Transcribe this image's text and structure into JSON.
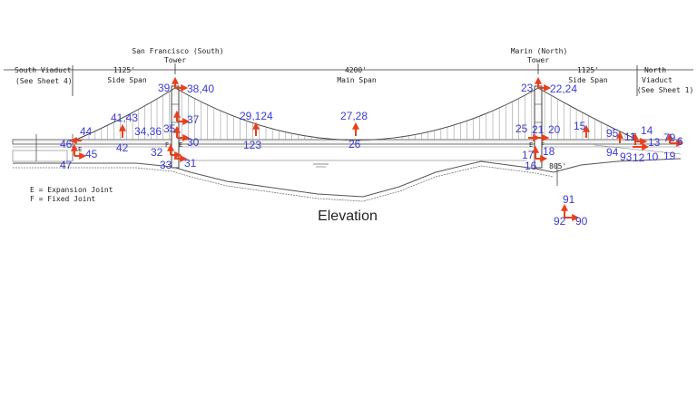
{
  "title": "Elevation",
  "towers": {
    "south": {
      "name": "San Francisco (South)",
      "sub": "Tower"
    },
    "north": {
      "name": "Marin (North)",
      "sub": "Tower"
    }
  },
  "spans": {
    "south_viaduct": {
      "name": "South Viaduct",
      "ref": "(See Sheet 4)"
    },
    "side_span_left": {
      "length": "1125'",
      "name": "Side Span"
    },
    "main_span": {
      "length": "4200'",
      "name": "Main Span"
    },
    "side_span_right": {
      "length": "1125'",
      "name": "Side Span"
    },
    "north_viaduct": {
      "line1": "North",
      "line2": "Viaduct",
      "ref": "(See Sheet 1)"
    }
  },
  "legend": {
    "expansion": "E = Expansion Joint",
    "fixed": "F = Fixed Joint"
  },
  "elevation_mark": "805'",
  "joint_letters": {
    "expansion": "E",
    "fixed": "F"
  },
  "sensor_labels": [
    "39",
    "38,40",
    "23",
    "22,24",
    "41,43",
    "37",
    "29,124",
    "27,28",
    "44",
    "34,36",
    "35",
    "25",
    "21",
    "20",
    "15",
    "95",
    "11",
    "14",
    "79",
    "6",
    "46",
    "30",
    "13",
    "42",
    "123",
    "26",
    "45",
    "32",
    "17",
    "18",
    "94",
    "93",
    "12",
    "10",
    "19",
    "47",
    "33",
    "31",
    "16",
    "91",
    "92",
    "90"
  ],
  "colors": {
    "arrow": "#e8401c",
    "label": "#3b3bd4",
    "drawing": "#444444"
  }
}
